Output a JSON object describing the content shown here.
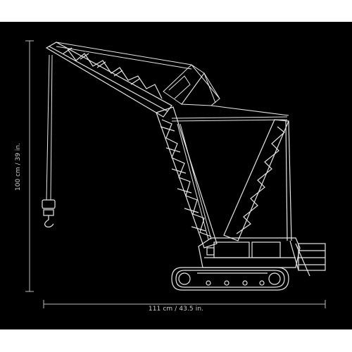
{
  "dimensions": {
    "width_label": "111 cm / 43.5 in.",
    "height_label": "100 cm / 39 in."
  },
  "colors": {
    "background": "#000000",
    "page": "#ffffff",
    "line": "#e6e6e6",
    "dimension_line": "#bdbdbd",
    "text": "#cfcfcf"
  },
  "subject": {
    "icon": "crawler-crane-line-drawing"
  }
}
